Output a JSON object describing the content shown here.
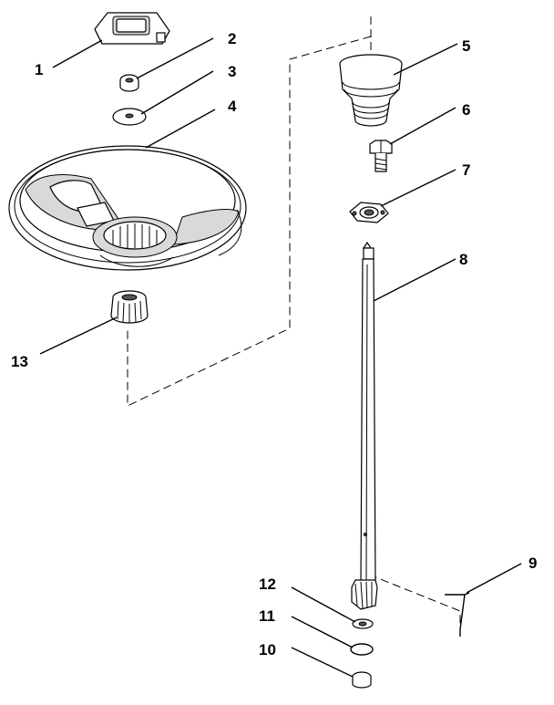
{
  "diagram": {
    "colors": {
      "ink": "#000000",
      "paper": "#ffffff",
      "shade": "#d9d9d9"
    },
    "callouts": [
      {
        "id": "1",
        "label": "1",
        "part": "horn-cap"
      },
      {
        "id": "2",
        "label": "2",
        "part": "nut"
      },
      {
        "id": "3",
        "label": "3",
        "part": "washer"
      },
      {
        "id": "4",
        "label": "4",
        "part": "steering-wheel"
      },
      {
        "id": "5",
        "label": "5",
        "part": "boot"
      },
      {
        "id": "6",
        "label": "6",
        "part": "bolt"
      },
      {
        "id": "7",
        "label": "7",
        "part": "bearing-flange"
      },
      {
        "id": "8",
        "label": "8",
        "part": "steering-shaft"
      },
      {
        "id": "9",
        "label": "9",
        "part": "bracket"
      },
      {
        "id": "10",
        "label": "10",
        "part": "cap"
      },
      {
        "id": "11",
        "label": "11",
        "part": "snap-ring"
      },
      {
        "id": "12",
        "label": "12",
        "part": "washer-lower"
      },
      {
        "id": "13",
        "label": "13",
        "part": "hub-adapter"
      }
    ]
  }
}
